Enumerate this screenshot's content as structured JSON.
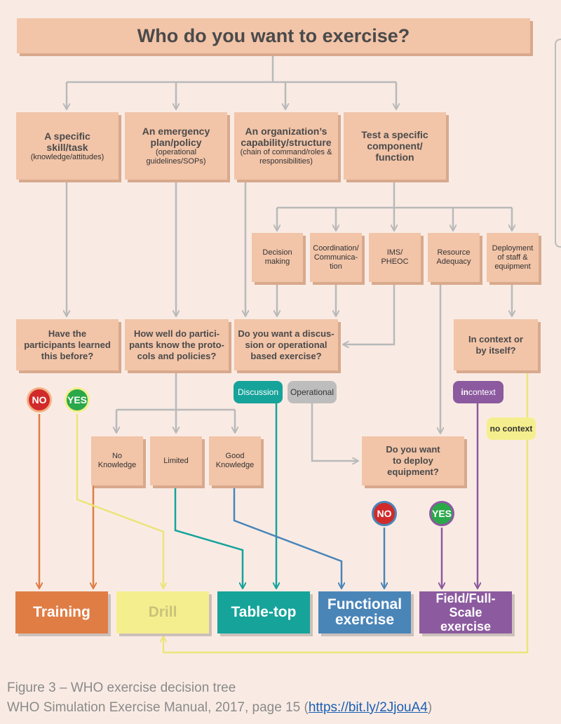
{
  "title": "Who do you want to exercise?",
  "level1": [
    {
      "main": "A specific skill/task",
      "sub": "(knowledge/attitudes)"
    },
    {
      "main": "An emergency plan/policy",
      "sub": "(operational guidelines/SOPs)"
    },
    {
      "main": "An organization’s capability/structure",
      "sub": "(chain of command/roles & responsibilities)"
    },
    {
      "main": "Test a specific component/ function",
      "sub": ""
    }
  ],
  "components": [
    "Decision making",
    "Coordination/ Communica-tion",
    "IMS/ PHEOC",
    "Resource Adequacy",
    "Deployment of staff & equipment"
  ],
  "questions": {
    "learned": "Have the participants learned this before?",
    "protocols": "How well do partici-pants know the proto-cols and policies?",
    "discussion": "Do you want a discus-sion or operational based exercise?",
    "context": "In context or by itself?",
    "deploy": "Do you want to deploy equipment?"
  },
  "knowledge": [
    "No Knowledge",
    "Limited",
    "Good Knowledge"
  ],
  "labels": {
    "no": "NO",
    "yes": "YES",
    "discussion": "Discussion",
    "operational": "Operational",
    "in_context_bold": "in",
    "in_context_rest": " context",
    "no_context": "no context"
  },
  "outcomes": [
    {
      "label": "Training",
      "color": "#e07d45"
    },
    {
      "label": "Drill",
      "color": "#f5ee8e"
    },
    {
      "label": "Table-top",
      "color": "#16a39a"
    },
    {
      "label": "Functional exercise",
      "color": "#4a85b8"
    },
    {
      "label": "Field/Full-Scale exercise",
      "color": "#8c5a9e"
    }
  ],
  "caption": {
    "line1": "Figure 3 – WHO exercise decision tree",
    "line2_prefix": "WHO Simulation Exercise Manual, 2017, page 15 (",
    "link": "https://bit.ly/2JjouA4",
    "line2_suffix": ")"
  }
}
